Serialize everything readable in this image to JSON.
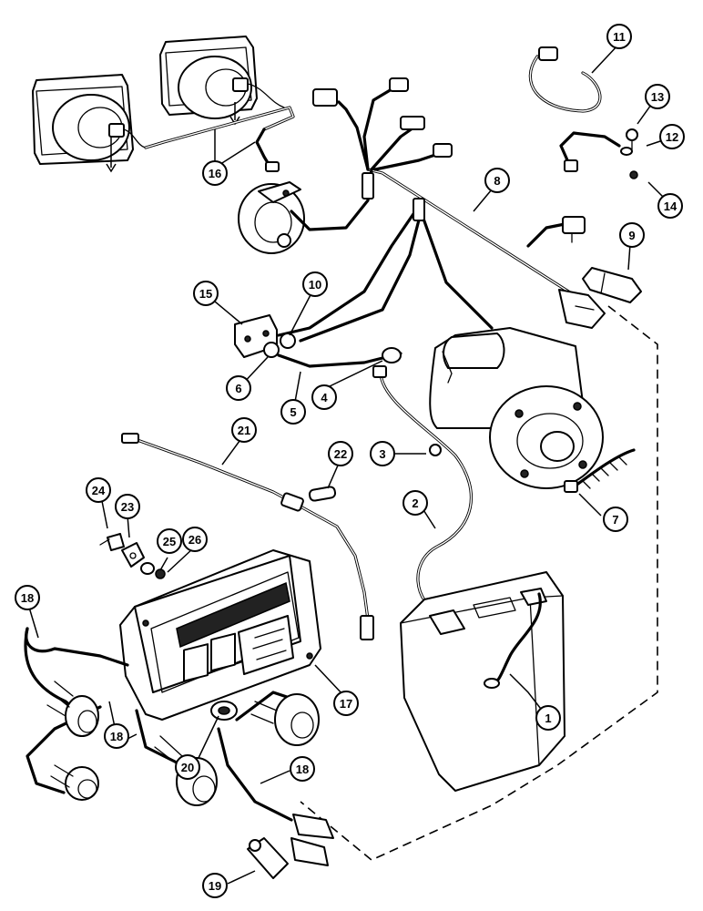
{
  "callouts": [
    {
      "id": "1",
      "label": "1"
    },
    {
      "id": "2",
      "label": "2"
    },
    {
      "id": "3",
      "label": "3"
    },
    {
      "id": "4",
      "label": "4"
    },
    {
      "id": "5",
      "label": "5"
    },
    {
      "id": "6",
      "label": "6"
    },
    {
      "id": "7",
      "label": "7"
    },
    {
      "id": "8",
      "label": "8"
    },
    {
      "id": "9",
      "label": "9"
    },
    {
      "id": "10",
      "label": "10"
    },
    {
      "id": "11",
      "label": "11"
    },
    {
      "id": "12",
      "label": "12"
    },
    {
      "id": "13",
      "label": "13"
    },
    {
      "id": "14",
      "label": "14"
    },
    {
      "id": "15",
      "label": "15"
    },
    {
      "id": "16",
      "label": "16"
    },
    {
      "id": "17",
      "label": "17"
    },
    {
      "id": "18a",
      "label": "18"
    },
    {
      "id": "18b",
      "label": "18"
    },
    {
      "id": "18c",
      "label": "18"
    },
    {
      "id": "19",
      "label": "19"
    },
    {
      "id": "20",
      "label": "20"
    },
    {
      "id": "21",
      "label": "21"
    },
    {
      "id": "22",
      "label": "22"
    },
    {
      "id": "23",
      "label": "23"
    },
    {
      "id": "24",
      "label": "24"
    },
    {
      "id": "25",
      "label": "25"
    },
    {
      "id": "26",
      "label": "26"
    }
  ],
  "colors": {
    "line": "#000000",
    "background": "#ffffff"
  }
}
